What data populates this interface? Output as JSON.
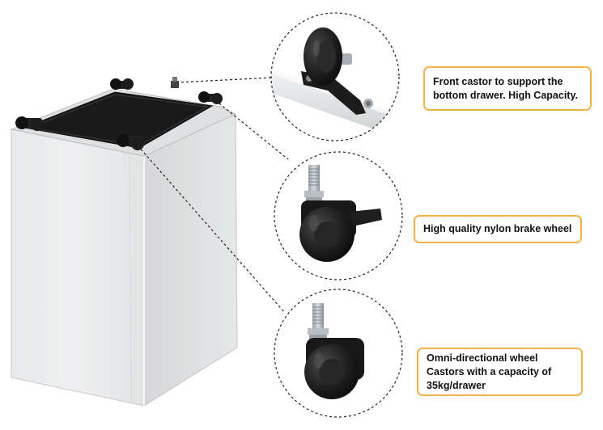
{
  "callouts": {
    "front_castor": {
      "line1": "Front castor to support the",
      "line2": "bottom drawer. High Capacity."
    },
    "brake_wheel": {
      "line1": "High quality nylon brake wheel"
    },
    "omni_wheel": {
      "line1": "Omni-directional wheel",
      "line2": "Castors with a capacity of",
      "line3": "35kg/drawer"
    }
  },
  "colors": {
    "callout_border": "#f2b24a",
    "cabinet_body": "#e4e5e6",
    "cabinet_top": "#1a1a1a",
    "wheel": "#1b1b1b"
  }
}
